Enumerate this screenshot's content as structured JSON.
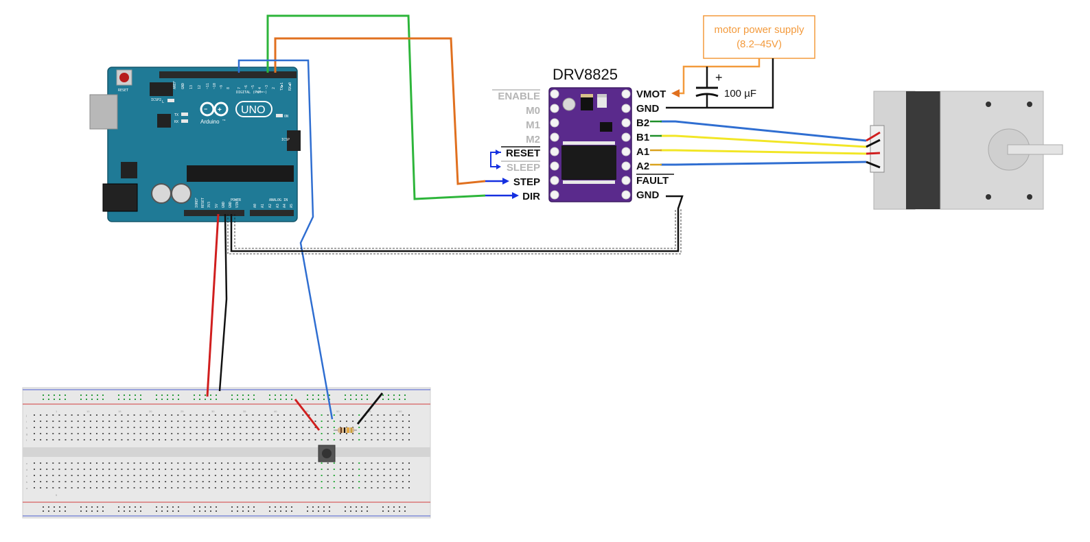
{
  "arduino": {
    "reset_label": "RESET",
    "icsp2_label": "ICSP2",
    "l_label": "L",
    "tx_label": "TX",
    "rx_label": "RX",
    "brand": "Arduino",
    "tm": "TM",
    "model": "UNO",
    "on_label": "ON",
    "icsp_label": "ICSP",
    "digital_label": "DIGITAL (PWM=~)",
    "power_label": "POWER",
    "analog_label": "ANALOG IN",
    "digital_pins": [
      "AREF",
      "GND",
      "13",
      "12",
      "~11",
      "~10",
      "~9",
      "8",
      "7",
      "~6",
      "~5",
      "4",
      "~3",
      "2",
      "TX▶1",
      "RX◀0"
    ],
    "power_pins": [
      "IOREF",
      "RESET",
      "3V3",
      "5V",
      "GND",
      "GND",
      "VIN"
    ],
    "analog_pins": [
      "A0",
      "A1",
      "A2",
      "A3",
      "A4",
      "A5"
    ]
  },
  "driver": {
    "title": "DRV8825",
    "left_pins": [
      "ENABLE",
      "M0",
      "M1",
      "M2",
      "RESET",
      "SLEEP",
      "STEP",
      "DIR"
    ],
    "right_pins": [
      "VMOT",
      "GND",
      "B2",
      "B1",
      "A1",
      "A2",
      "FAULT",
      "GND"
    ]
  },
  "power_supply": {
    "line1": "motor power supply",
    "line2": "(8.2–45V)"
  },
  "capacitor": {
    "plus": "+",
    "value": "100 µF"
  },
  "breadboard": {
    "columns": [
      "1",
      "5",
      "10",
      "15",
      "20",
      "25",
      "30",
      "35",
      "40",
      "45",
      "50",
      "55",
      "60"
    ],
    "rows_top": [
      "j",
      "i",
      "h",
      "g",
      "f"
    ],
    "rows_bottom": [
      "e",
      "d",
      "c",
      "b",
      "a"
    ]
  },
  "colors": {
    "arduino_board": "#1f7a96",
    "driver_board": "#5a2a8c",
    "wire_green": "#2db53a",
    "wire_orange": "#e0701f",
    "wire_blue": "#2f6ed1",
    "wire_red": "#d01e1e",
    "wire_yellow": "#f2e626",
    "wire_black": "#111111",
    "supply_orange": "#f39a3c",
    "arrow_blue": "#1530e0"
  }
}
